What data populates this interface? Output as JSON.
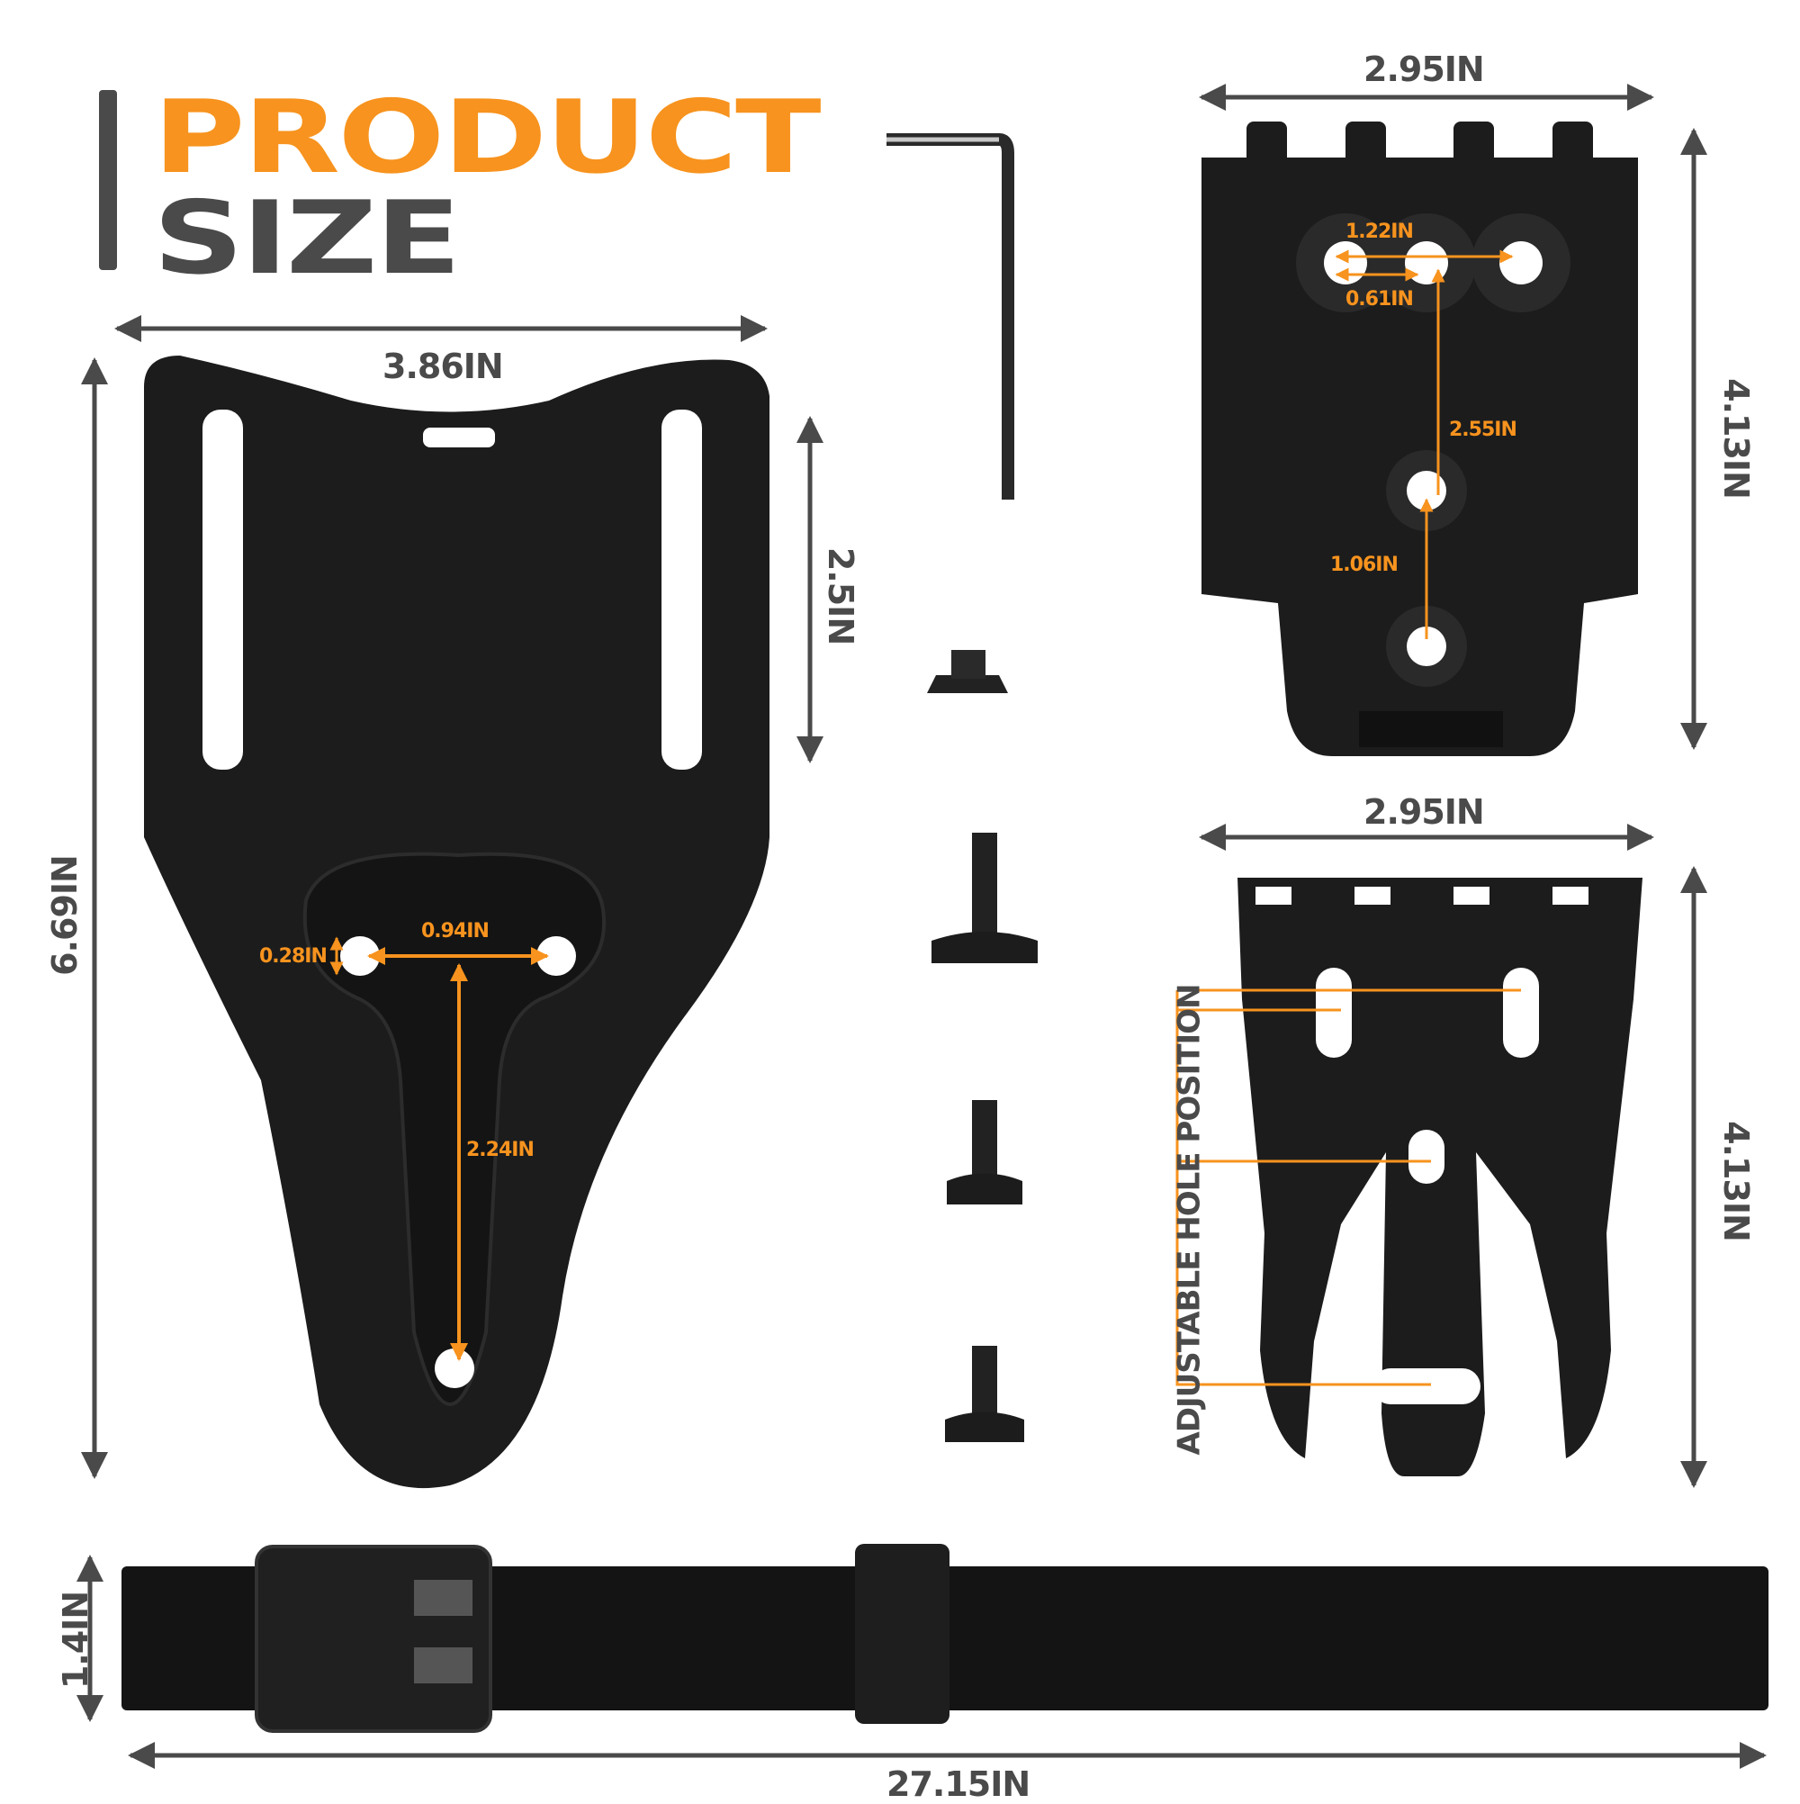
{
  "title": {
    "line1": "PRODUCT",
    "line2": "SIZE"
  },
  "colors": {
    "accent": "#f7931e",
    "dark": "#4a4a4a",
    "product": "#1c1c1c"
  },
  "drop_leg_platform": {
    "width": "3.86IN",
    "height": "6.69IN",
    "slot_length": "2.5IN",
    "hole_diameter": "0.28IN",
    "hole_spacing": "0.94IN",
    "vertical_spacing": "2.24IN"
  },
  "receiver_plate": {
    "width": "2.95IN",
    "height": "4.13IN",
    "hole_spacing_wide": "1.22IN",
    "hole_spacing_narrow": "0.61IN",
    "vertical_spacing": "2.55IN",
    "lower_spacing": "1.06IN"
  },
  "locking_fork": {
    "width": "2.95IN",
    "height": "4.13IN",
    "note": "ADJUSTABLE HOLE POSITION"
  },
  "leg_strap": {
    "width": "1.4IN",
    "length": "27.15IN"
  },
  "accessories": [
    "hex-key",
    "t-nut",
    "screw",
    "screw",
    "screw"
  ]
}
